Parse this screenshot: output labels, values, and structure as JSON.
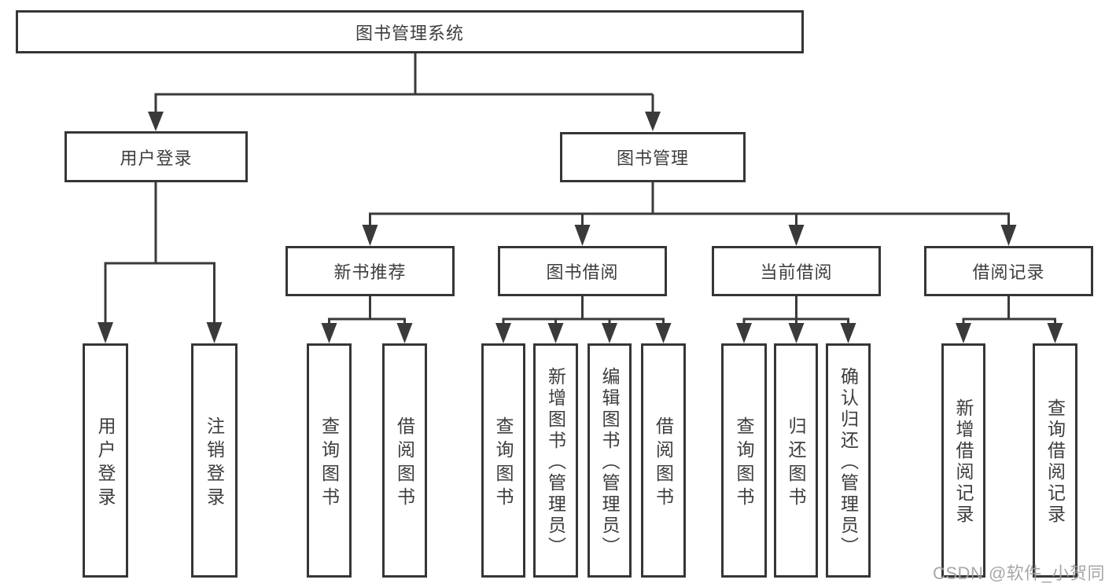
{
  "diagram": {
    "root": {
      "label": "图书管理系统"
    },
    "level2": [
      {
        "label": "用户登录"
      },
      {
        "label": "图书管理"
      }
    ],
    "level3": [
      {
        "label": "新书推荐"
      },
      {
        "label": "图书借阅"
      },
      {
        "label": "当前借阅"
      },
      {
        "label": "借阅记录"
      }
    ],
    "leaves": [
      {
        "label": "用户登录"
      },
      {
        "label": "注销登录"
      },
      {
        "label": "查询图书"
      },
      {
        "label": "借阅图书"
      },
      {
        "label": "查询图书"
      },
      {
        "label": "新增图书（管理员）"
      },
      {
        "label": "编辑图书（管理员）"
      },
      {
        "label": "借阅图书"
      },
      {
        "label": "查询图书"
      },
      {
        "label": "归还图书"
      },
      {
        "label": "确认归还（管理员）"
      },
      {
        "label": "新增借阅记录"
      },
      {
        "label": "查询借阅记录"
      }
    ],
    "colors": {
      "line": "#3a3a3a",
      "box_border": "#363636",
      "text": "#3d3d3d",
      "background": "#ffffff",
      "watermark": "#a0a0a0"
    }
  },
  "watermark": {
    "text": "CSDN @软件_小贺同学"
  }
}
